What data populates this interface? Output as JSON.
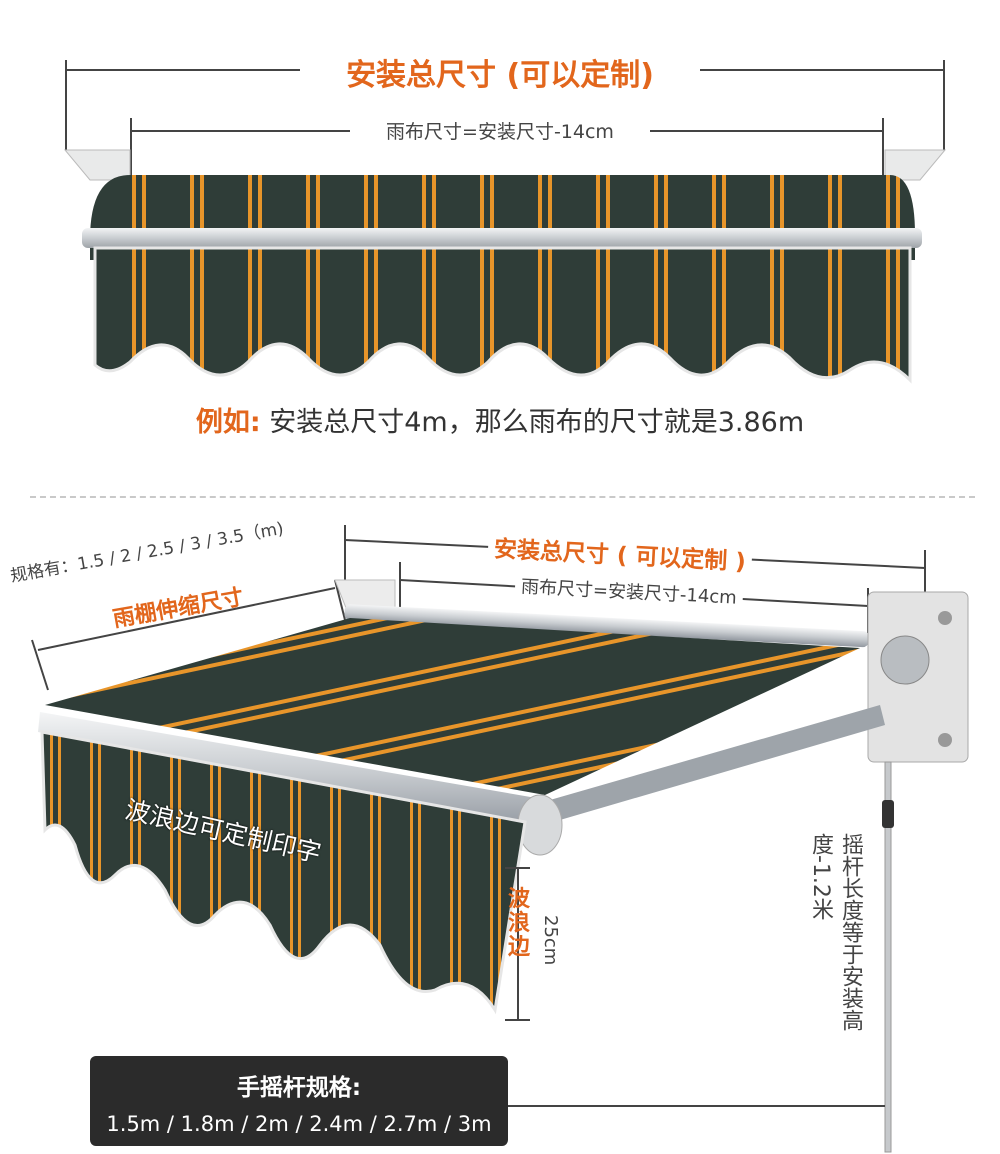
{
  "top": {
    "install_total_label": "安装总尺寸 (可以定制)",
    "fabric_size_label": "雨布尺寸=安装尺寸-14cm",
    "example_prefix": "例如:",
    "example_text": "安装总尺寸4m，那么雨布的尺寸就是3.86m"
  },
  "bottom": {
    "install_total_label": "安装总尺寸 ( 可以定制 )",
    "fabric_size_label": "雨布尺寸=安装尺寸-14cm",
    "spec_line": "规格有：1.5 / 2 / 2.5 / 3 / 3.5（m)",
    "extension_label": "雨棚伸缩尺寸",
    "wave_print_label": "波浪边可定制印字",
    "wave_side_label": "波浪边",
    "wave_height": "25cm",
    "crank_note": "摇杆长度等于安装高度-1.2米"
  },
  "crank_spec": {
    "title": "手摇杆规格:",
    "sizes": "1.5m / 1.8m / 2m / 2.4m / 2.7m / 3m"
  },
  "colors": {
    "fabric": "#2f3d38",
    "stripe": "#e8952a",
    "accent": "#e2661c",
    "metal": "#c9cdd1"
  }
}
